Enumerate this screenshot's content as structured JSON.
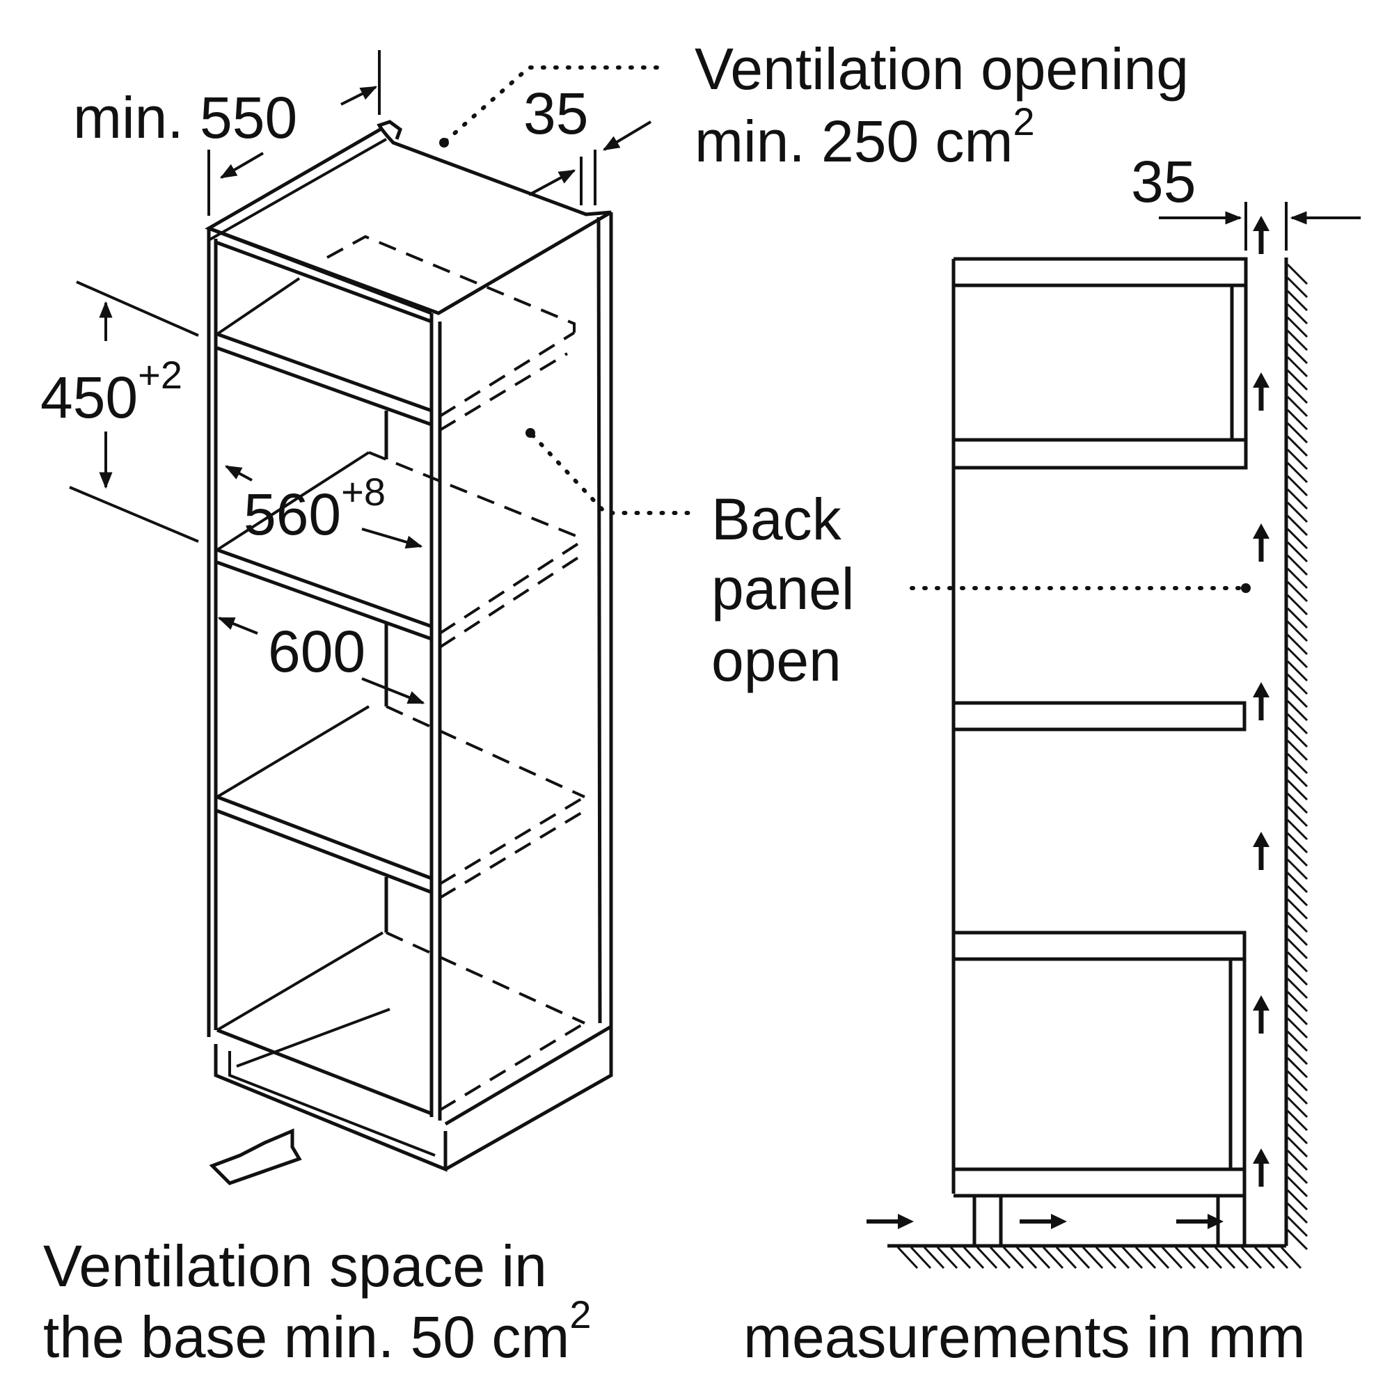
{
  "labels": {
    "min550": "min. 550",
    "dim35_top": "35",
    "vent_open_line1": "Ventilation opening",
    "vent_open_line2": "min. 250 cm",
    "vent_open_sup": "2",
    "height_value": "450",
    "height_tol": "+2",
    "width_value": "560",
    "width_tol": "+8",
    "dim600": "600",
    "back_line1": "Back",
    "back_line2": "panel",
    "back_line3": "open",
    "dim35_side": "35",
    "base_line1": "Ventilation space in",
    "base_line2": "the base min. 50 cm",
    "base_sup": "2",
    "units_note": "measurements in mm"
  }
}
